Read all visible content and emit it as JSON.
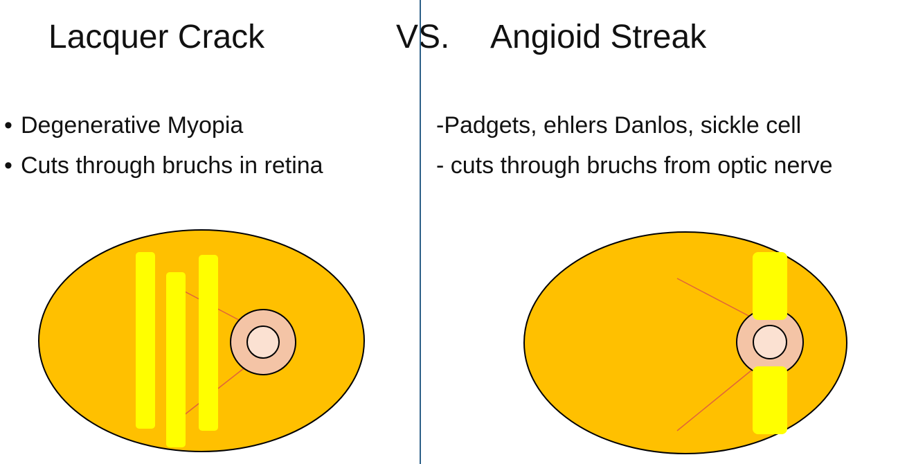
{
  "titles": {
    "left": "Lacquer Crack",
    "vs": "VS.",
    "right": "Angioid Streak"
  },
  "left_column": {
    "bullet_symbol": "•",
    "items": [
      "Degenerative Myopia",
      "Cuts through bruchs in retina"
    ]
  },
  "right_column": {
    "items": [
      "-Padgets, ehlers Danlos, sickle cell",
      "- cuts through bruchs from optic nerve"
    ]
  },
  "colors": {
    "fundus": "#ffc000",
    "streak": "#ffff00",
    "optic_disc_outer": "#f4c4a6",
    "optic_disc_inner": "#fbe1d2",
    "vessel": "#e0643a",
    "divider": "#2b5f87"
  }
}
